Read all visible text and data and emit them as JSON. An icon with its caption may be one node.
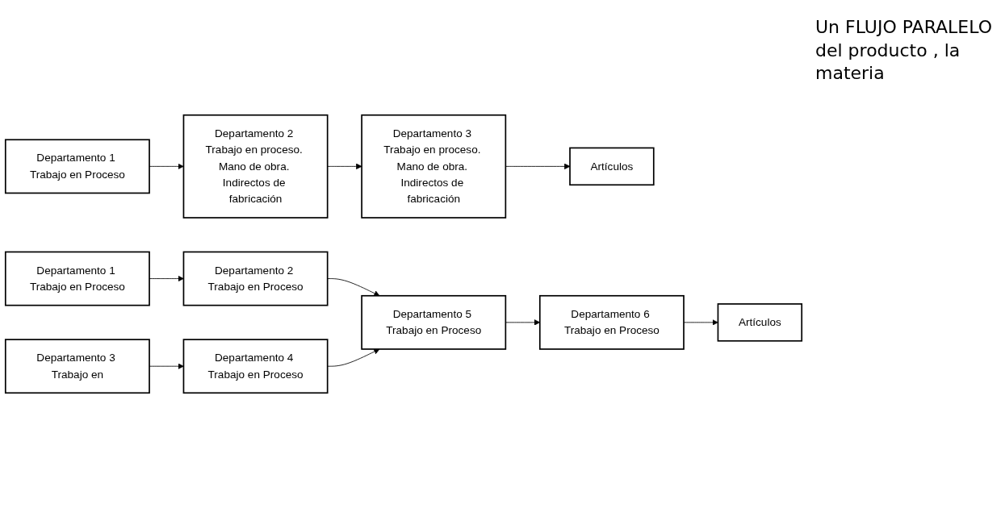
{
  "diagram": {
    "nodes": [
      {
        "text": [
          "Departamento 1 Trabajo en Proceso"
        ]
      },
      {
        "text": [
          "Departamento 2 Trabajo en proceso. Mano de obra. Indirectos de fabricación"
        ]
      },
      {
        "text": [
          "Departamento 3 Trabajo en proceso. Mano de obra. Indirectos de fabricación"
        ]
      },
      {
        "text": [
          "Artículos"
        ]
      },
      {
        "text": [
          "Departamento 1 Trabajo en Proceso"
        ]
      },
      {
        "text": [
          "Departamento 2 Trabajo en Proceso"
        ]
      },
      {
        "text": [
          "Departamento 3 Trabajo en"
        ]
      },
      {
        "text": [
          "Departamento 4 Trabajo en Proceso"
        ]
      },
      {
        "text": [
          "Departamento 5 Trabajo en Proceso"
        ]
      },
      {
        "text": [
          "Departamento 6 Trabajo en Proceso"
        ]
      },
      {
        "text": [
          "Artículos"
        ]
      }
    ],
    "edges": [
      {
        "from": 0,
        "to": 1,
        "arrow": "to"
      },
      {
        "from": 1,
        "to": 2,
        "arrow": "to"
      },
      {
        "from": 2,
        "to": 3,
        "arrow": "to"
      },
      {
        "from": 4,
        "to": 5,
        "arrow": "to"
      },
      {
        "from": 5,
        "to": 8,
        "arrow": "to"
      },
      {
        "from": 6,
        "to": 7,
        "arrow": "to"
      },
      {
        "from": 7,
        "to": 8,
        "arrow": "to"
      },
      {
        "from": 8,
        "to": 9,
        "arrow": "to"
      },
      {
        "from": 9,
        "to": 10,
        "arrow": "to"
      }
    ],
    "labels": [
      "Un FLUJO PARALELO del producto , la materia"
    ]
  }
}
